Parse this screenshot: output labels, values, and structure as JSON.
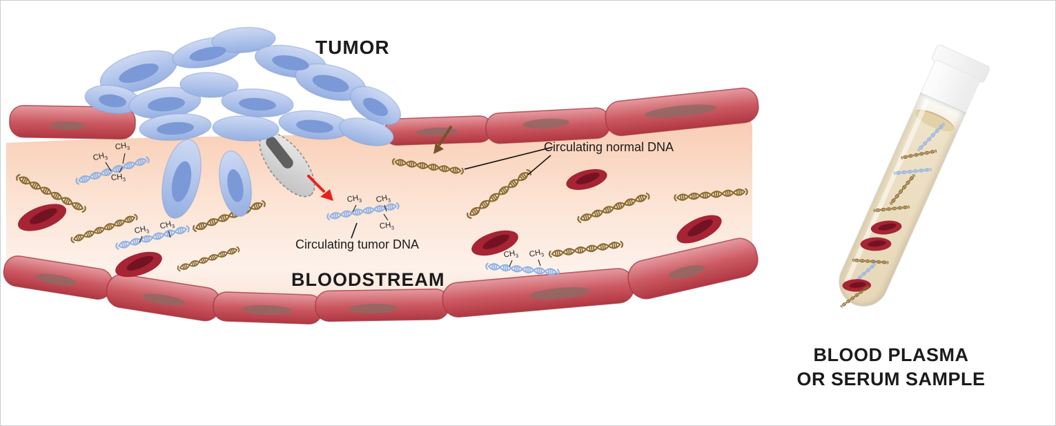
{
  "figure": {
    "tumor_label": "TUMOR",
    "bloodstream_label": "BLOODSTREAM",
    "normal_dna_label": "Circulating normal DNA",
    "tumor_dna_label": "Circulating tumor DNA",
    "sample_label_line1": "BLOOD PLASMA",
    "sample_label_line2": "OR SERUM SAMPLE",
    "methyl_group": {
      "symbol": "CH",
      "subscript": "3"
    },
    "colors": {
      "tumor_cell": "#a9c0e8",
      "tumor_cell_nucleus": "#7b99d6",
      "vessel_wall": "#c4515b",
      "vessel_wall_nucleus": "#8d6a63",
      "vessel_lumen": "#fbdcc9",
      "normal_dna": "#8a6c33",
      "tumor_dna": "#8fb3e6",
      "red_blood_cell": "#a62433",
      "apoptotic_cell": "#cfcfcf",
      "plasma_sample": "#eadcbe",
      "arrow_red": "#e8211d",
      "arrow_brown": "#7a5228",
      "pointer_line": "#1c1a1a"
    }
  }
}
